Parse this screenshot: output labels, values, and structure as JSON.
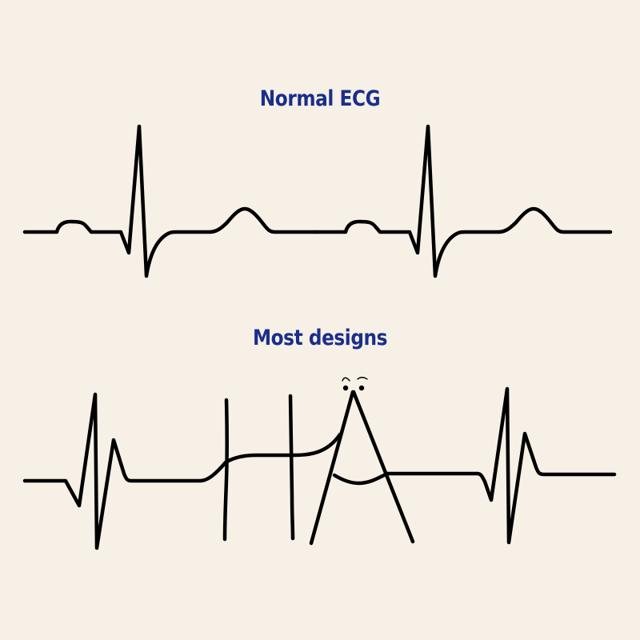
{
  "panels": [
    {
      "title": "Normal ECG",
      "description": "Two regular heartbeat cycles with P wave, QRS complex and T wave"
    },
    {
      "title": "Most designs",
      "description": "Irregular ECG trace whose middle section spells the letters 'HA' with two eyes above the A"
    }
  ],
  "colors": {
    "background": "#f6f0e6",
    "title": "#1a2e8a",
    "trace": "#000000"
  },
  "icons": {
    "eyes": "face-eyes-icon"
  }
}
